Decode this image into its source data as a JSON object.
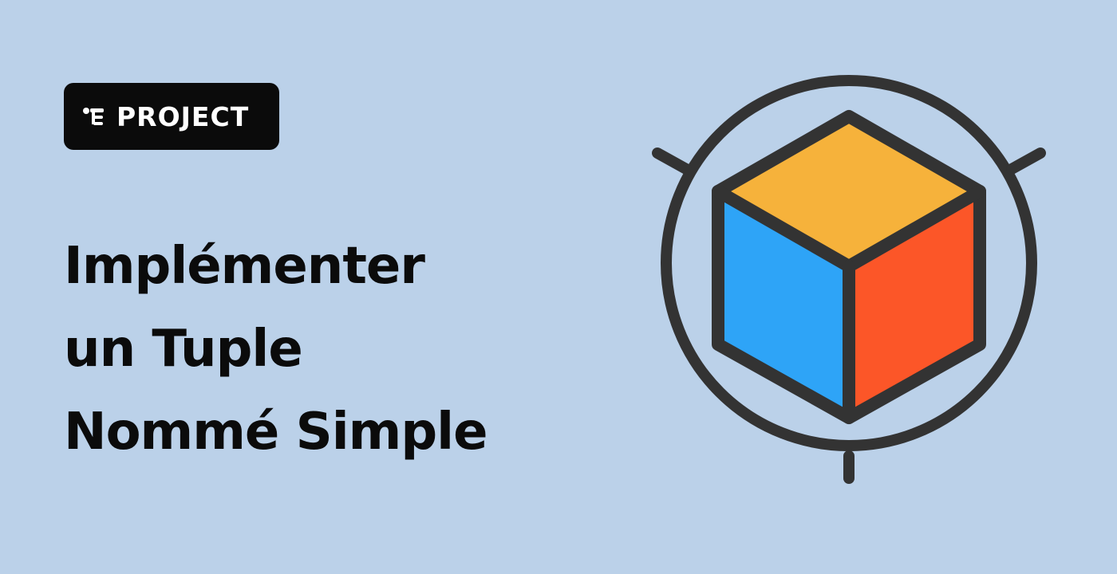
{
  "badge": {
    "icon": "project-tree-icon",
    "label": "PROJECT"
  },
  "title": {
    "lines": [
      "Implémenter",
      "un Tuple",
      "Nommé Simple"
    ]
  },
  "illustration": {
    "icon": "cube-target-icon",
    "colors": {
      "background": "#bbd1e9",
      "outline": "#333333",
      "top_face": "#f6b23b",
      "left_face": "#2ea4f7",
      "right_face": "#fc5628"
    }
  }
}
